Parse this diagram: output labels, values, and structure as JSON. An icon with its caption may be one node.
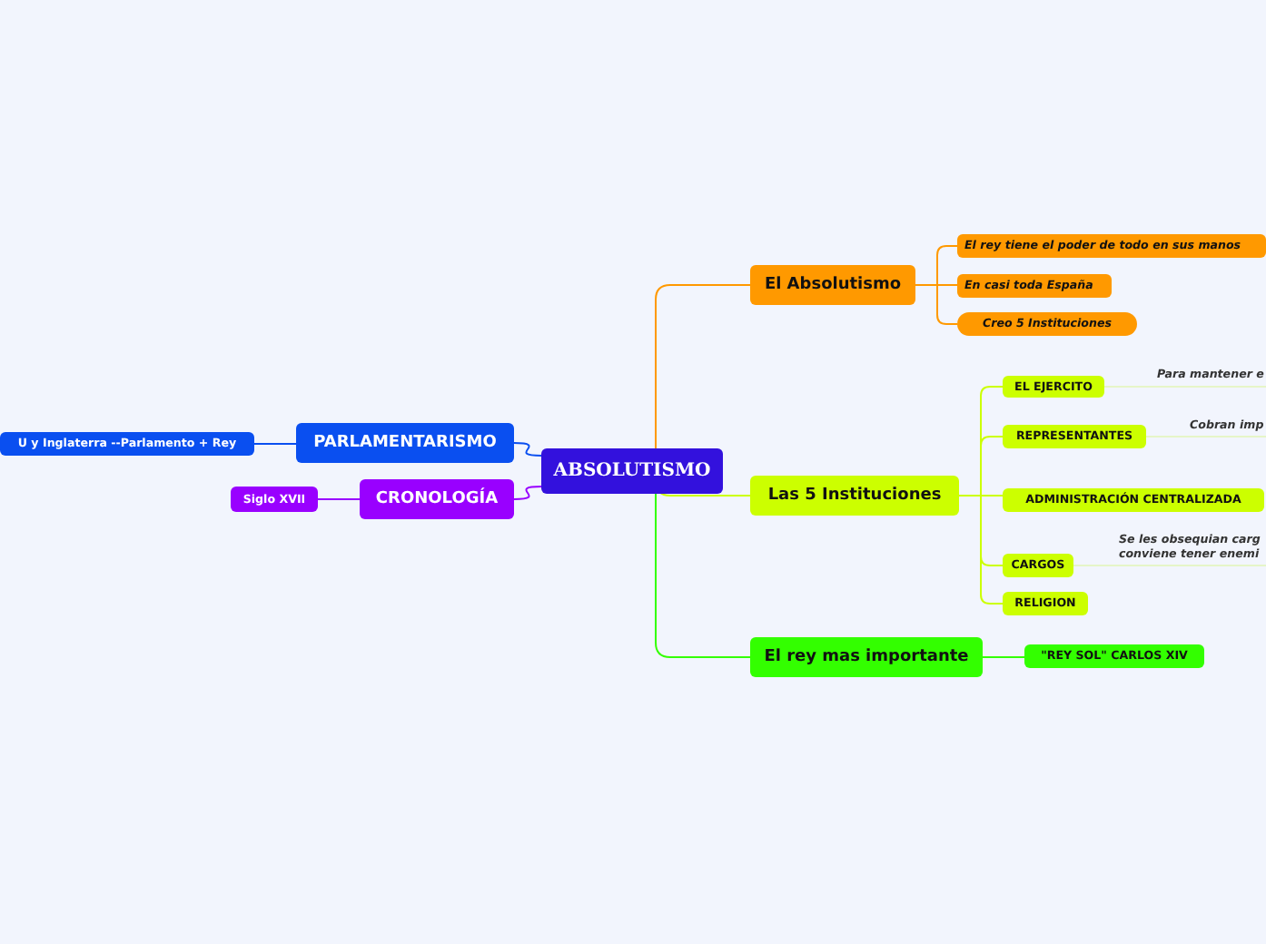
{
  "diagram": {
    "nodes": [
      {
        "text": [
          "ABSOLUTISMO"
        ]
      },
      {
        "text": [
          "PARLAMENTARISMO"
        ]
      },
      {
        "text": [
          "U y Inglaterra --Parlamento + Rey"
        ]
      },
      {
        "text": [
          "CRONOLOGÍA"
        ]
      },
      {
        "text": [
          "Siglo XVII"
        ]
      },
      {
        "text": [
          "El Absolutismo"
        ]
      },
      {
        "text": [
          "El rey tiene el poder de todo en sus manos"
        ]
      },
      {
        "text": [
          "En casi toda España"
        ]
      },
      {
        "text": [
          "Creo 5 Instituciones"
        ]
      },
      {
        "text": [
          "Las 5  Instituciones"
        ]
      },
      {
        "text": [
          "EL EJERCITO"
        ]
      },
      {
        "text": [
          "REPRESENTANTES"
        ]
      },
      {
        "text": [
          "ADMINISTRACIÓN CENTRALIZADA"
        ]
      },
      {
        "text": [
          "CARGOS"
        ]
      },
      {
        "text": [
          "RELIGION"
        ]
      },
      {
        "text": [
          "El rey mas importante"
        ]
      },
      {
        "text": [
          "\"REY SOL\" CARLOS XIV"
        ]
      }
    ],
    "edges": [
      {
        "from": 0,
        "to": 1,
        "arrow": "none",
        "color": "#0a4ff0"
      },
      {
        "from": 1,
        "to": 2,
        "arrow": "none",
        "color": "#0a4ff0"
      },
      {
        "from": 0,
        "to": 3,
        "arrow": "none",
        "color": "#9900ff"
      },
      {
        "from": 3,
        "to": 4,
        "arrow": "none",
        "color": "#9900ff"
      },
      {
        "from": 0,
        "to": 5,
        "arrow": "none",
        "color": "#ff9900"
      },
      {
        "from": 5,
        "to": 6,
        "arrow": "none",
        "color": "#ff9900"
      },
      {
        "from": 5,
        "to": 7,
        "arrow": "none",
        "color": "#ff9900"
      },
      {
        "from": 5,
        "to": 8,
        "arrow": "none",
        "color": "#ff9900"
      },
      {
        "from": 0,
        "to": 9,
        "arrow": "none",
        "color": "#ccff00"
      },
      {
        "from": 9,
        "to": 10,
        "arrow": "none",
        "color": "#ccff00"
      },
      {
        "from": 9,
        "to": 11,
        "arrow": "none",
        "color": "#ccff00"
      },
      {
        "from": 9,
        "to": 12,
        "arrow": "none",
        "color": "#ccff00"
      },
      {
        "from": 9,
        "to": 13,
        "arrow": "none",
        "color": "#ccff00"
      },
      {
        "from": 9,
        "to": 14,
        "arrow": "none",
        "color": "#ccff00"
      },
      {
        "from": 0,
        "to": 15,
        "arrow": "none",
        "color": "#33ff00"
      },
      {
        "from": 15,
        "to": 16,
        "arrow": "none",
        "color": "#33ff00"
      },
      {
        "from": 10,
        "to": null,
        "arrow": "none",
        "label": "Para mantener e",
        "color": "#e6f5c8"
      },
      {
        "from": 11,
        "to": null,
        "arrow": "none",
        "label": "Cobran imp",
        "color": "#e6f5c8"
      },
      {
        "from": 13,
        "to": null,
        "arrow": "none",
        "label": "Se les obsequian carg conviene tener enemi",
        "color": "#e6f5c8"
      }
    ]
  }
}
